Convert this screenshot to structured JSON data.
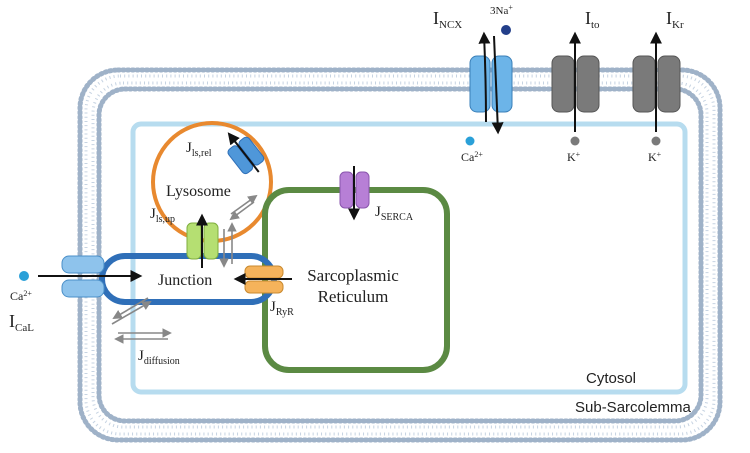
{
  "labels": {
    "i_ncx": {
      "main": "I",
      "sub": "NCX"
    },
    "three_na": {
      "main": "3Na",
      "sup": "+"
    },
    "i_to": {
      "main": "I",
      "sub": "to"
    },
    "i_kr": {
      "main": "I",
      "sub": "Kr"
    },
    "ca_ncx": {
      "main": "Ca",
      "sup": "2+"
    },
    "k_to": {
      "main": "K",
      "sup": "+"
    },
    "k_kr": {
      "main": "K",
      "sup": "+"
    },
    "j_ls_rel": {
      "main": "J",
      "sub": "ls,rel"
    },
    "lysosome": "Lysosome",
    "j_ls_up": {
      "main": "J",
      "sub": "ls,up"
    },
    "j_serca": {
      "main": "J",
      "sub": "SERCA"
    },
    "sr_line1": "Sarcoplasmic",
    "sr_line2": "Reticulum",
    "junction": "Junction",
    "j_ryr": {
      "main": "J",
      "sub": "RyR"
    },
    "ca_ext": {
      "main": "Ca",
      "sup": "2+"
    },
    "i_cal": {
      "main": "I",
      "sub": "CaL"
    },
    "j_diffusion": {
      "main": "J",
      "sub": "diffusion"
    },
    "cytosol": "Cytosol",
    "sub_sarcolemma": "Sub-Sarcolemma"
  },
  "colors": {
    "membrane": "#9fb2c8",
    "cytosol_border": "#b7dcef",
    "lysosome": "#e8892f",
    "sr": "#5b8a43",
    "junction": "#2f6fb8",
    "ncx_channel": "#6cb4e8",
    "k_channel": "#7a7a7a",
    "serca": "#b77fd6",
    "ryr": "#f5b35b",
    "ls_up": "#b5df72",
    "ls_rel": "#4f97d9",
    "cal": "#8ec3ec",
    "ca_ion": "#2aa0d8",
    "na_ion": "#233f8a",
    "k_ion": "#7a7a7a"
  }
}
